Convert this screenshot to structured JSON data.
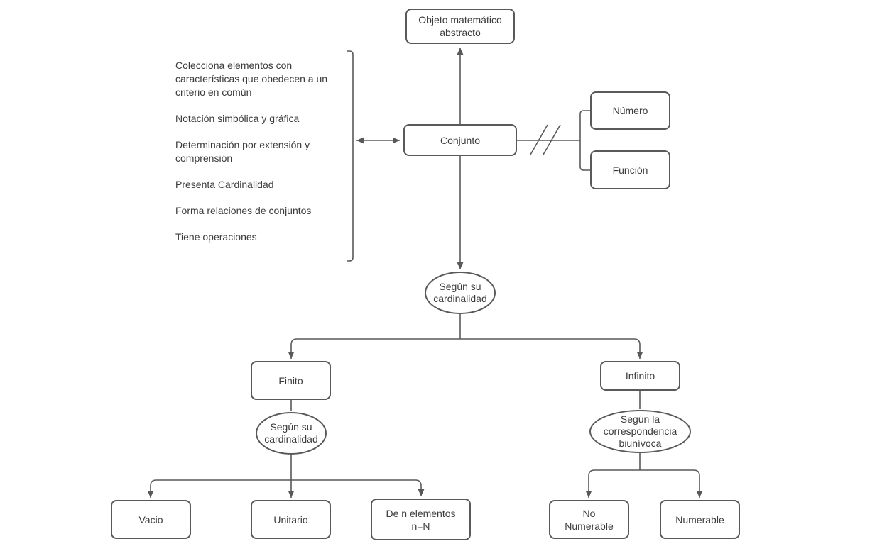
{
  "diagram": {
    "type": "concept-map",
    "colors": {
      "stroke": "#595959",
      "text": "#3b3b3b",
      "background": "#ffffff"
    },
    "nodes": {
      "root": {
        "lines": [
          "Objeto matemático",
          "abstracto"
        ]
      },
      "conjunto": {
        "lines": [
          "Conjunto"
        ]
      },
      "numero": {
        "lines": [
          "Número"
        ]
      },
      "funcion": {
        "lines": [
          "Función"
        ]
      },
      "criterion1": {
        "lines": [
          "Según su",
          "cardinalidad"
        ]
      },
      "finito": {
        "lines": [
          "Finito"
        ]
      },
      "infinito": {
        "lines": [
          "Infinito"
        ]
      },
      "criterion2": {
        "lines": [
          "Según su",
          "cardinalidad"
        ]
      },
      "criterion3": {
        "lines": [
          "Según la",
          "correspondencia",
          "biunívoca"
        ]
      },
      "vacio": {
        "lines": [
          "Vacio"
        ]
      },
      "unitario": {
        "lines": [
          "Unitario"
        ]
      },
      "de_n_elementos": {
        "lines": [
          "De n elementos",
          "n=N"
        ]
      },
      "no_numerable": {
        "lines": [
          "No",
          "Numerable"
        ]
      },
      "numerable": {
        "lines": [
          "Numerable"
        ]
      }
    },
    "properties": [
      "Colecciona elementos con características que obedecen a un criterio en común",
      "Notación simbólica y gráfica",
      "Determinación por extensión y comprensión",
      "Presenta Cardinalidad",
      "Forma relaciones de conjuntos",
      "Tiene operaciones"
    ]
  }
}
